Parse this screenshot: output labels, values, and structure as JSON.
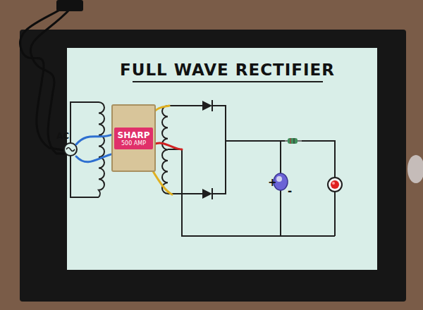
{
  "diagram": {
    "title": "FULL WAVE RECTIFIER",
    "nodes": [
      {
        "text": [
          "SHARP",
          "500 AMP"
        ]
      }
    ],
    "labels": [
      "AC",
      "+",
      "-"
    ]
  }
}
